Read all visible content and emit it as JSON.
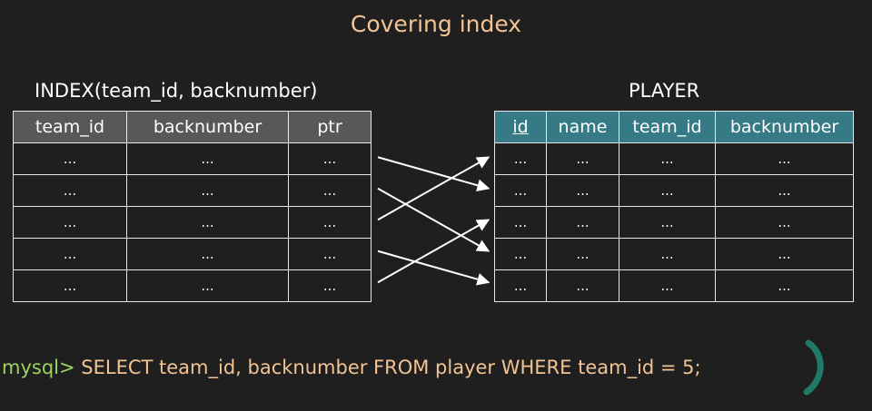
{
  "title": "Covering index",
  "index_table": {
    "caption": "INDEX(team_id, backnumber)",
    "columns": [
      "team_id",
      "backnumber",
      "ptr"
    ],
    "rows": [
      [
        "...",
        "...",
        "..."
      ],
      [
        "...",
        "...",
        "..."
      ],
      [
        "...",
        "...",
        "..."
      ],
      [
        "...",
        "...",
        "..."
      ],
      [
        "...",
        "...",
        "..."
      ]
    ]
  },
  "player_table": {
    "caption": "PLAYER",
    "columns": [
      "id",
      "name",
      "team_id",
      "backnumber"
    ],
    "rows": [
      [
        "...",
        "...",
        "...",
        "..."
      ],
      [
        "...",
        "...",
        "...",
        "..."
      ],
      [
        "...",
        "...",
        "...",
        "..."
      ],
      [
        "...",
        "...",
        "...",
        "..."
      ],
      [
        "...",
        "...",
        "...",
        "..."
      ]
    ]
  },
  "pointers": [
    {
      "from_row": 1,
      "to_row": 2
    },
    {
      "from_row": 2,
      "to_row": 4
    },
    {
      "from_row": 3,
      "to_row": 1
    },
    {
      "from_row": 4,
      "to_row": 5
    },
    {
      "from_row": 5,
      "to_row": 3
    }
  ],
  "query": {
    "prompt": "mysql>",
    "sql": "SELECT team_id, backnumber FROM player WHERE team_id = 5;"
  },
  "colors": {
    "background": "#1f1f1f",
    "title": "#f2c393",
    "index_header": "#585858",
    "player_header": "#367a85",
    "prompt": "#9bd35f",
    "mark": "#1f7a6a"
  }
}
